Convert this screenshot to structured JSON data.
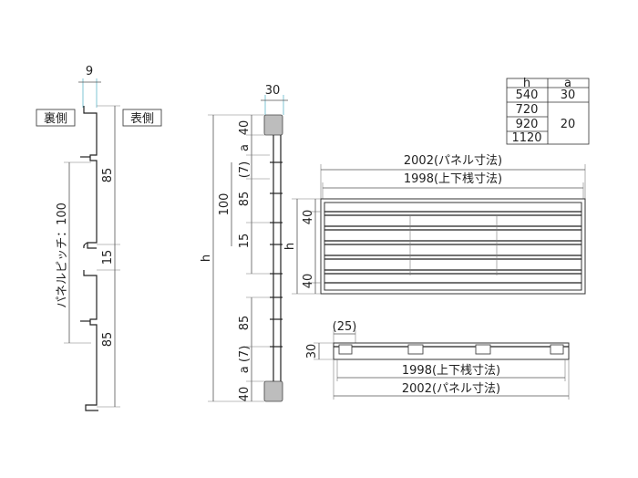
{
  "profile": {
    "width": "9",
    "back_side": "裏側",
    "front_side": "表側",
    "pitch_label": "パネルピッチ：100",
    "dim_top": "85",
    "dim_gap": "15",
    "dim_bottom": "85"
  },
  "section": {
    "width": "30",
    "h": "h",
    "pitch": "100",
    "top_dims": [
      "40",
      "a",
      "(7)",
      "85",
      "15"
    ],
    "bottom_dims": [
      "85",
      "a (7)",
      "40"
    ]
  },
  "table": {
    "headers": [
      "h",
      "a"
    ],
    "rows": [
      [
        "540",
        "30"
      ],
      [
        "720",
        ""
      ],
      [
        "920",
        "20"
      ],
      [
        "1120",
        ""
      ]
    ]
  },
  "front": {
    "panel_width": "2002(パネル寸法)",
    "rail_width": "1998(上下桟寸法)",
    "h": "h",
    "top_rail": "40",
    "bottom_rail": "40"
  },
  "plan": {
    "inset": "(25)",
    "depth": "30",
    "rail_width": "1998(上下桟寸法)",
    "panel_width": "2002(パネル寸法)"
  },
  "colors": {
    "line": "#222222",
    "dimension": "#555555",
    "extension_blue": "#5fb6c9"
  }
}
